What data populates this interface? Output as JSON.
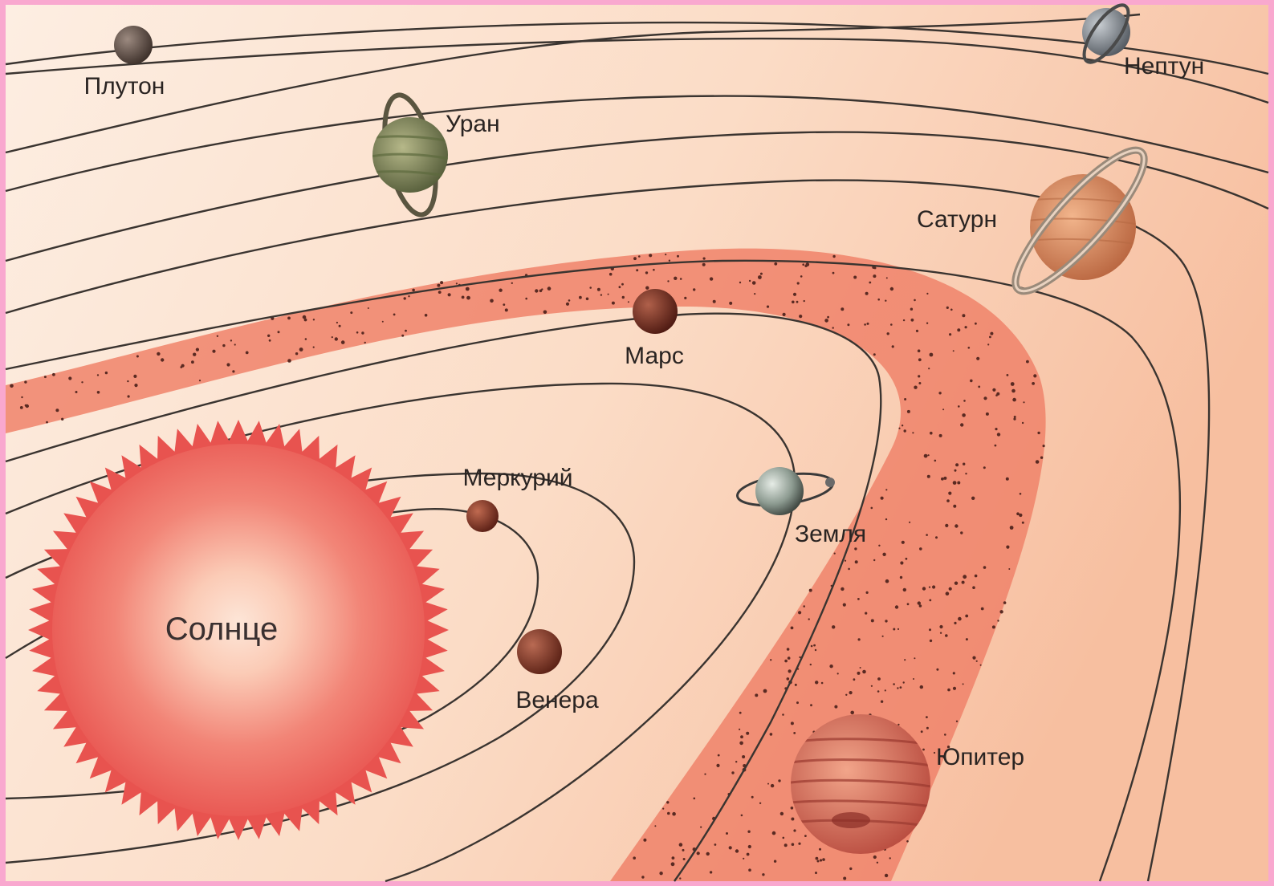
{
  "diagram": {
    "sun": {
      "label": "Солнце",
      "color": "#ea5a55"
    },
    "planets": [
      {
        "id": "pluto",
        "label": "Плутон",
        "color": "#6b5a52"
      },
      {
        "id": "uranus",
        "label": "Уран",
        "color": "#7f8a5a"
      },
      {
        "id": "neptune",
        "label": "Нептун",
        "color": "#8a8f95"
      },
      {
        "id": "saturn",
        "label": "Сатурн",
        "color": "#d9895e"
      },
      {
        "id": "mars",
        "label": "Марс",
        "color": "#7a2f22"
      },
      {
        "id": "mercury",
        "label": "Меркурий",
        "color": "#8a3a2a"
      },
      {
        "id": "earth",
        "label": "Земля",
        "color": "#8f9a92"
      },
      {
        "id": "venus",
        "label": "Венера",
        "color": "#8a3b2a"
      },
      {
        "id": "jupiter",
        "label": "Юпитер",
        "color": "#c9664f"
      }
    ],
    "colors": {
      "background": "#fbe1cf",
      "asteroid_belt": "#f0836a",
      "orbit_line": "#3a3430",
      "frame": "#f9a8cf"
    }
  }
}
